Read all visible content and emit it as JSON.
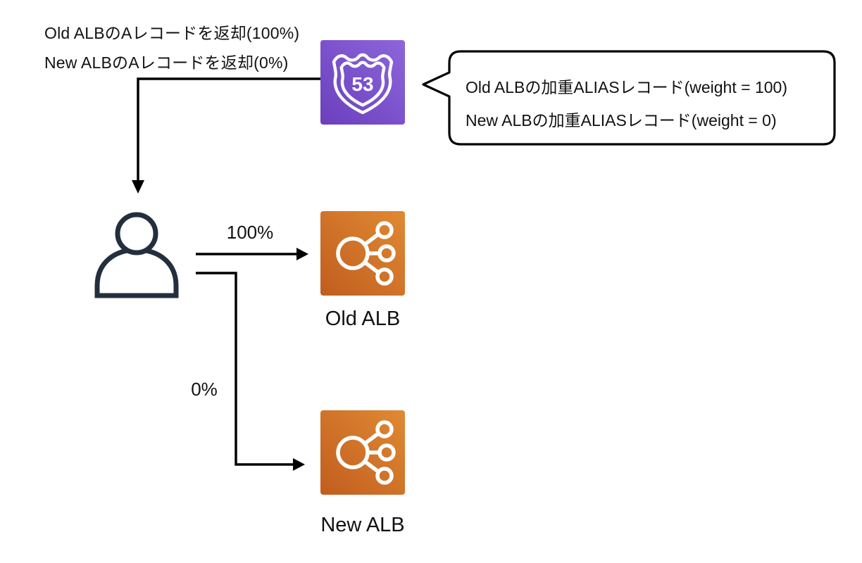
{
  "dns_annotation": {
    "line1": "Old ALBのAレコードを返却(100%)",
    "line2": "New ALBのAレコードを返却(0%)"
  },
  "speech_bubble": {
    "line1": "Old ALBの加重ALIASレコード(weight = 100)",
    "line2": "New ALBの加重ALIASレコード(weight = 0)"
  },
  "route53": {
    "badge_text": "53",
    "gradient_start": "#6A3FBD",
    "gradient_end": "#8D66DA"
  },
  "flows": {
    "old": {
      "label": "100%",
      "target_label": "Old ALB"
    },
    "new": {
      "label": "0%",
      "target_label": "New ALB"
    }
  },
  "colors": {
    "line": "#000000",
    "text": "#111111",
    "person_stroke": "#232F3E",
    "alb_gradient_start": "#C15D1F",
    "alb_gradient_end": "#E08A33",
    "icon_glyph": "#FFFFFF",
    "bubble_border": "#000000",
    "bubble_fill": "#FFFFFF"
  }
}
